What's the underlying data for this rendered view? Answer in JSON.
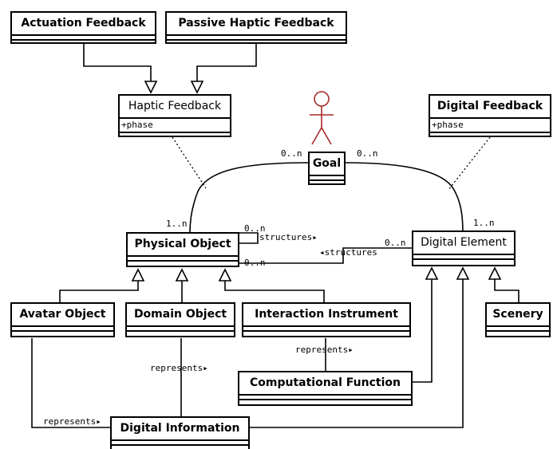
{
  "classes": {
    "actuation_feedback": "Actuation Feedback",
    "passive_haptic_feedback": "Passive Haptic Feedback",
    "haptic_feedback": "Haptic Feedback",
    "haptic_feedback_attr": "+phase",
    "goal": "Goal",
    "digital_feedback": "Digital Feedback",
    "digital_feedback_attr": "+phase",
    "physical_object": "Physical Object",
    "digital_element": "Digital Element",
    "avatar_object": "Avatar Object",
    "domain_object": "Domain Object",
    "interaction_instrument": "Interaction Instrument",
    "scenery": "Scenery",
    "computational_function": "Computational Function",
    "digital_information": "Digital Information"
  },
  "labels": {
    "goal_mult_left": "0..n",
    "goal_mult_right": "0..n",
    "physical_mult_top": "1..n",
    "digital_mult_top": "1..n",
    "self_loop_mult": "0..n",
    "structures_self": "structures",
    "structures_assoc_mult_left": "0..n",
    "structures_assoc_mult_right": "0..n",
    "structures_assoc": "structures",
    "represents_interaction": "represents",
    "represents_domain": "represents",
    "represents_avatar": "represents"
  },
  "colors": {
    "line": "#000000",
    "actor": "#a52a2a"
  }
}
